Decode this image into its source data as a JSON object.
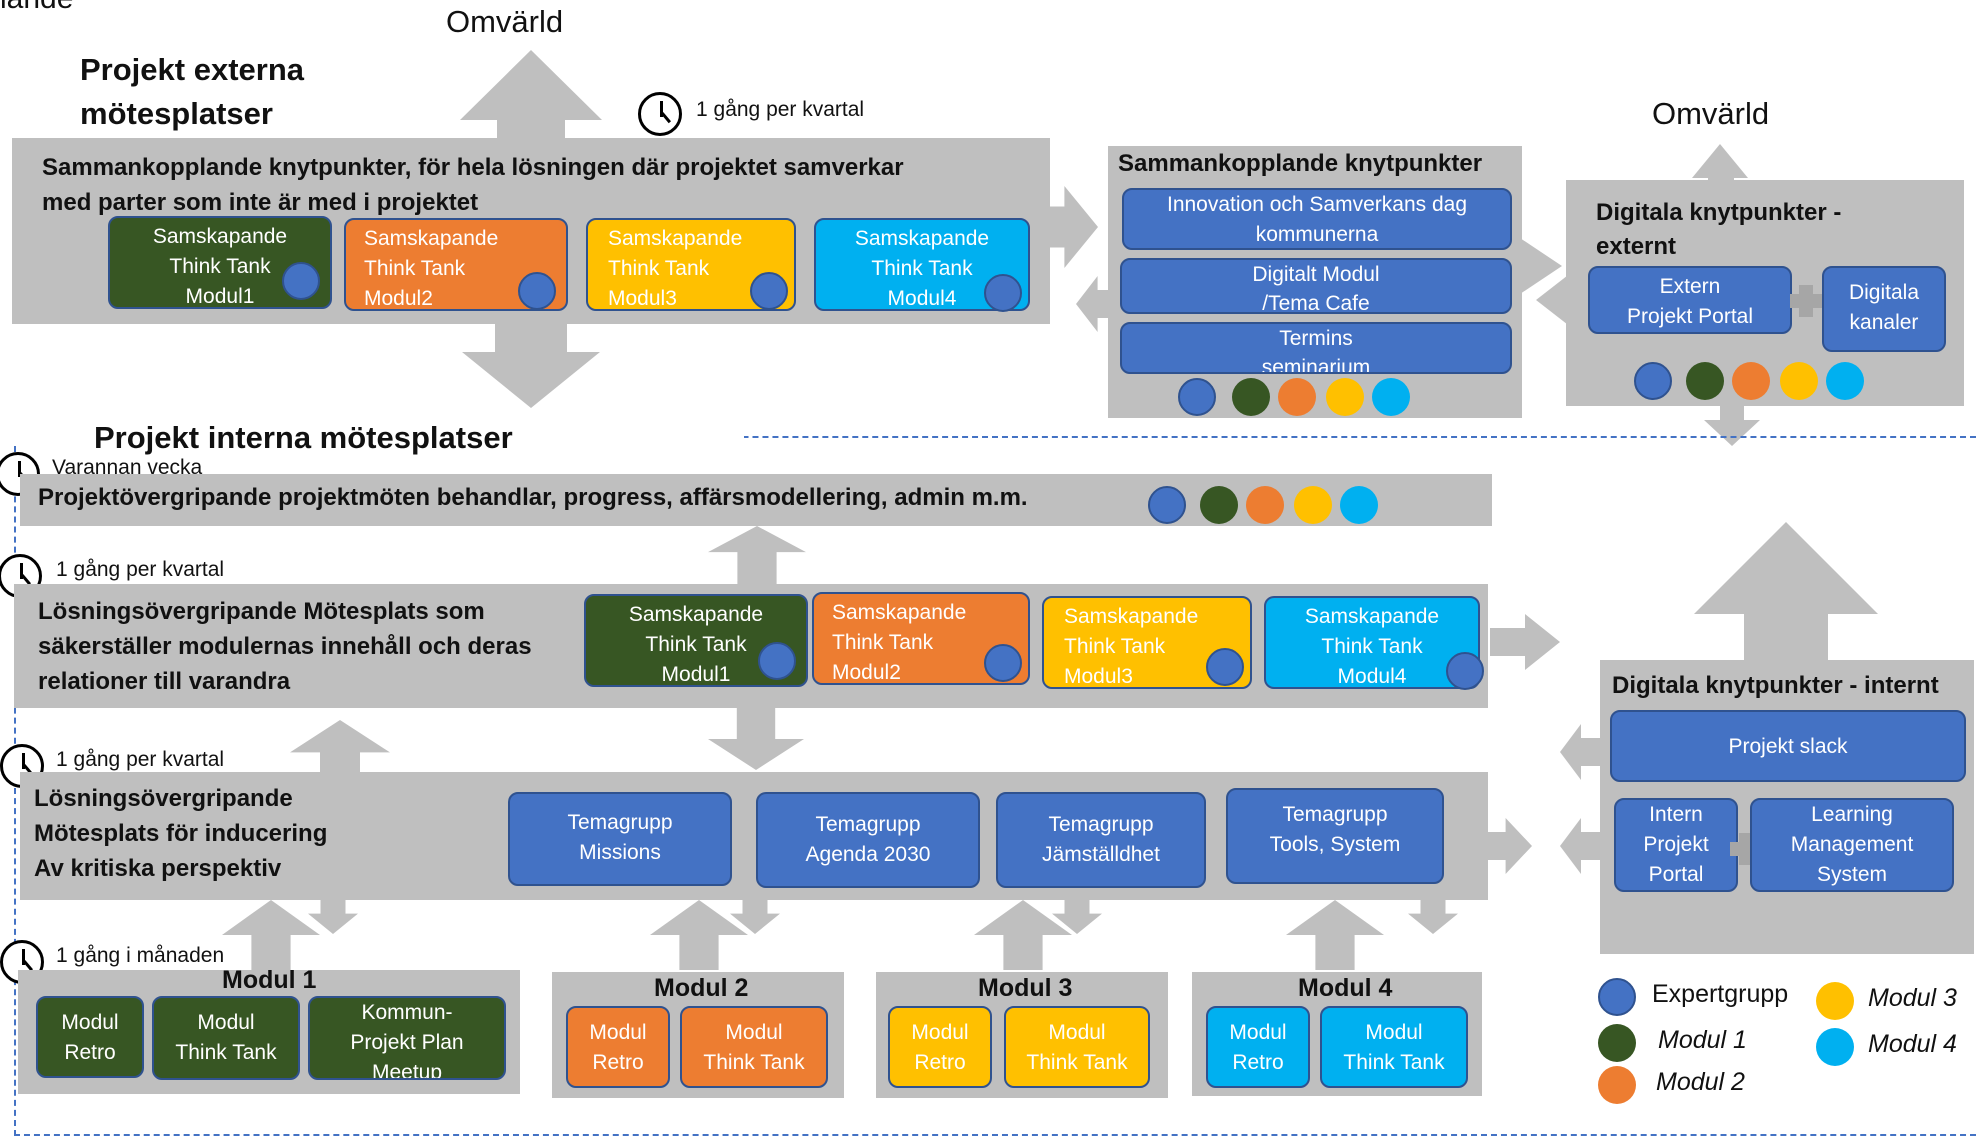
{
  "clipped_top_text": "lande",
  "external": {
    "omvarld_label": "Omvärld",
    "title_line1": "Projekt externa",
    "title_line2": "mötesplatser",
    "frequency": "1 gång per kvartal",
    "panel_text_line1": "Sammankopplande knytpunkter, för hela lösningen där projektet samverkar",
    "panel_text_line2": "med parter som inte är med i projektet",
    "think_tanks": [
      {
        "l1": "Samskapande",
        "l2": "Think Tank",
        "l3": "Modul1",
        "color": "#375623"
      },
      {
        "l1": "Samskapande",
        "l2": "Think Tank",
        "l3": "Modul2",
        "color": "#ed7d31"
      },
      {
        "l1": "Samskapande",
        "l2": "Think Tank",
        "l3": "Modul3",
        "color": "#ffc000"
      },
      {
        "l1": "Samskapande",
        "l2": "Think Tank",
        "l3": "Modul4",
        "color": "#00b0f0"
      }
    ]
  },
  "connecting": {
    "title": "Sammankopplande knytpunkter",
    "items": [
      {
        "l1": "Innovation och Samverkans dag",
        "l2": "kommunerna"
      },
      {
        "l1": "Digitalt Modul",
        "l2": "/Tema Cafe"
      },
      {
        "l1": "Termins",
        "l2": "seminarium"
      }
    ]
  },
  "digital_external": {
    "omvarld_label": "Omvärld",
    "title_line1": "Digitala knytpunkter -",
    "title_line2": "externt",
    "portal_l1": "Extern",
    "portal_l2": "Projekt Portal",
    "channels_l1": "Digitala",
    "channels_l2": "kanaler"
  },
  "internal": {
    "title": "Projekt interna mötesplatser",
    "row1": {
      "frequency": "Varannan vecka",
      "text": "Projektövergripande projektmöten behandlar, progress, affärsmodellering, admin m.m."
    },
    "row2": {
      "frequency": "1 gång per kvartal",
      "text_line1": "Lösningsövergripande Mötesplats som",
      "text_line2": "säkerställer modulernas innehåll och deras",
      "text_line3": "relationer till varandra",
      "think_tanks": [
        {
          "l1": "Samskapande",
          "l2": "Think Tank",
          "l3": "Modul1"
        },
        {
          "l1": "Samskapande",
          "l2": "Think Tank",
          "l3": "Modul2"
        },
        {
          "l1": "Samskapande",
          "l2": "Think Tank",
          "l3": "Modul3"
        },
        {
          "l1": "Samskapande",
          "l2": "Think Tank",
          "l3": "Modul4"
        }
      ]
    },
    "row3": {
      "frequency": "1 gång per kvartal",
      "text_line1": "Lösningsövergripande",
      "text_line2": "Mötesplats för inducering",
      "text_line3": "Av kritiska perspektiv",
      "groups": [
        {
          "l1": "Temagrupp",
          "l2": "Missions"
        },
        {
          "l1": "Temagrupp",
          "l2": "Agenda 2030"
        },
        {
          "l1": "Temagrupp",
          "l2": "Jämställdhet"
        },
        {
          "l1": "Temagrupp",
          "l2": "Tools, System"
        }
      ]
    },
    "row4": {
      "frequency": "1 gång i månaden",
      "modul1": {
        "title": "Modul 1",
        "retro_l1": "Modul",
        "retro_l2": "Retro",
        "tt_l1": "Modul",
        "tt_l2": "Think Tank",
        "plan_l1": "Kommun-",
        "plan_l2": "Projekt  Plan",
        "plan_l3": "Meetup"
      },
      "modul2": {
        "title": "Modul 2",
        "retro_l1": "Modul",
        "retro_l2": "Retro",
        "tt_l1": "Modul",
        "tt_l2": "Think Tank"
      },
      "modul3": {
        "title": "Modul 3",
        "retro_l1": "Modul",
        "retro_l2": "Retro",
        "tt_l1": "Modul",
        "tt_l2": "Think Tank"
      },
      "modul4": {
        "title": "Modul 4",
        "retro_l1": "Modul",
        "retro_l2": "Retro",
        "tt_l1": "Modul",
        "tt_l2": "Think Tank"
      }
    }
  },
  "digital_internal": {
    "title": "Digitala knytpunkter - internt",
    "slack": "Projekt slack",
    "portal_l1": "Intern",
    "portal_l2": "Projekt",
    "portal_l3": "Portal",
    "lms_l1": "Learning",
    "lms_l2": "Management",
    "lms_l3": "System"
  },
  "legend": [
    {
      "label": "Expertgrupp",
      "color": "#4472c4",
      "italic": false
    },
    {
      "label": "Modul 1",
      "color": "#375623",
      "italic": true
    },
    {
      "label": "Modul 2",
      "color": "#ed7d31",
      "italic": true
    },
    {
      "label": "Modul 3",
      "color": "#ffc000",
      "italic": true
    },
    {
      "label": "Modul 4",
      "color": "#00b0f0",
      "italic": true
    }
  ],
  "colors": {
    "panel": "#bfbfbf",
    "expert_blue": "#4472c4",
    "modul1_green": "#375623",
    "modul2_orange": "#ed7d31",
    "modul3_yellow": "#ffc000",
    "modul4_cyan": "#00b0f0"
  }
}
